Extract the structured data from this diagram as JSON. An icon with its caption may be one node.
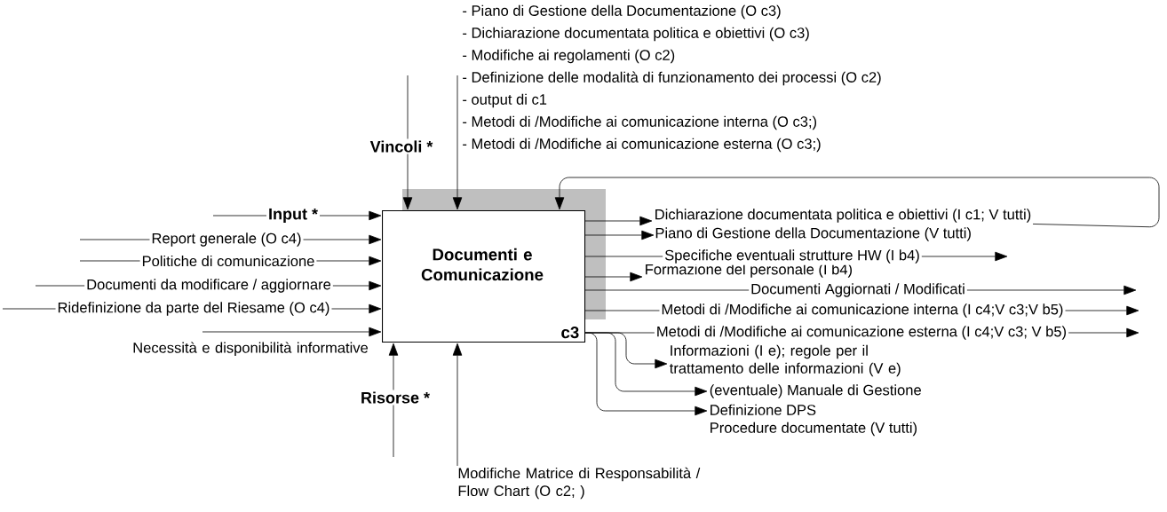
{
  "diagram": {
    "nodes": [
      {
        "text": [
          "Documenti e Comunicazione",
          "c3"
        ]
      },
      {
        "text": [
          "- Piano di Gestione della Documentazione (O c3)",
          "- Dichiarazione documentata politica e obiettivi (O c3)",
          "- Modifiche ai regolamenti (O  c2)",
          "- Definizione delle modalità di funzionamento dei processi (O c2)",
          "- output di c1",
          "- Metodi di /Modifiche ai comunicazione interna (O c3;)",
          "- Metodi di /Modifiche ai comunicazione esterna (O c3;)"
        ]
      },
      {
        "text": [
          "Modifiche Matrice di Responsabilità / Flow Chart (O c2; )"
        ]
      },
      {
        "text": [
          "Dichiarazione documentata politica e obiettivi (I c1; V tutti)"
        ]
      },
      {
        "text": [
          "Piano di Gestione della Documentazione (V tutti)"
        ]
      },
      {
        "text": [
          "Formazione del personale (I b4)"
        ]
      },
      {
        "text": [
          "Informazioni (I e); regole per il trattamento delle informazioni (V e)"
        ]
      },
      {
        "text": [
          "(eventuale) Manuale di Gestione"
        ]
      },
      {
        "text": [
          "Definizione DPS",
          "Procedure documentate (V tutti)"
        ]
      }
    ],
    "edges": [
      {
        "from": null,
        "to": 0,
        "arrow": "to",
        "label": "Input *"
      },
      {
        "from": null,
        "to": 0,
        "arrow": "to",
        "label": "Report generale (O c4)"
      },
      {
        "from": null,
        "to": 0,
        "arrow": "to",
        "label": "Politiche di comunicazione"
      },
      {
        "from": null,
        "to": 0,
        "arrow": "to",
        "label": "Documenti da modificare / aggiornare"
      },
      {
        "from": null,
        "to": 0,
        "arrow": "to",
        "label": "Ridefinizione da parte del Riesame (O c4)"
      },
      {
        "from": null,
        "to": 0,
        "arrow": "to",
        "label": "Necessità e disponibilità informative"
      },
      {
        "from": null,
        "to": 0,
        "arrow": "to",
        "label": "Vincoli *"
      },
      {
        "from": 1,
        "to": 0,
        "arrow": "to"
      },
      {
        "from": 3,
        "to": 0,
        "arrow": "to"
      },
      {
        "from": null,
        "to": 0,
        "arrow": "to",
        "label": "Risorse *"
      },
      {
        "from": 2,
        "to": 0,
        "arrow": "to"
      },
      {
        "from": 0,
        "to": 3,
        "arrow": "to"
      },
      {
        "from": 0,
        "to": 4,
        "arrow": "to"
      },
      {
        "from": 0,
        "to": null,
        "arrow": "to",
        "label": "Specifiche eventuali strutture HW (I b4)"
      },
      {
        "from": 0,
        "to": 5,
        "arrow": "to"
      },
      {
        "from": 0,
        "to": null,
        "arrow": "to",
        "label": "Documenti Aggiornati / Modificati"
      },
      {
        "from": 0,
        "to": null,
        "arrow": "to",
        "label": "Metodi di /Modifiche ai comunicazione interna (I c4;V c3;V b5)"
      },
      {
        "from": 0,
        "to": null,
        "arrow": "to",
        "label": "Metodi di /Modifiche ai comunicazione esterna (I c4;V c3; V b5)"
      },
      {
        "from": 0,
        "to": 6,
        "arrow": "to"
      },
      {
        "from": 0,
        "to": 7,
        "arrow": "to"
      },
      {
        "from": 0,
        "to": 8,
        "arrow": "to"
      }
    ]
  }
}
